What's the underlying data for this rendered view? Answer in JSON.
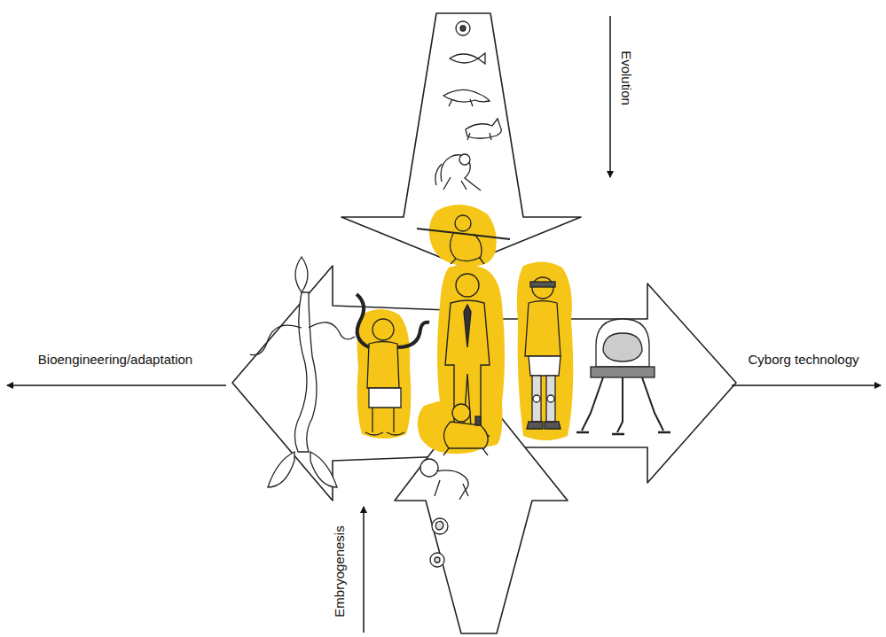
{
  "diagram": {
    "labels": [
      "Evolution",
      "Bioengineering/adaptation",
      "Cyborg technology",
      "Embryogenesis"
    ]
  }
}
